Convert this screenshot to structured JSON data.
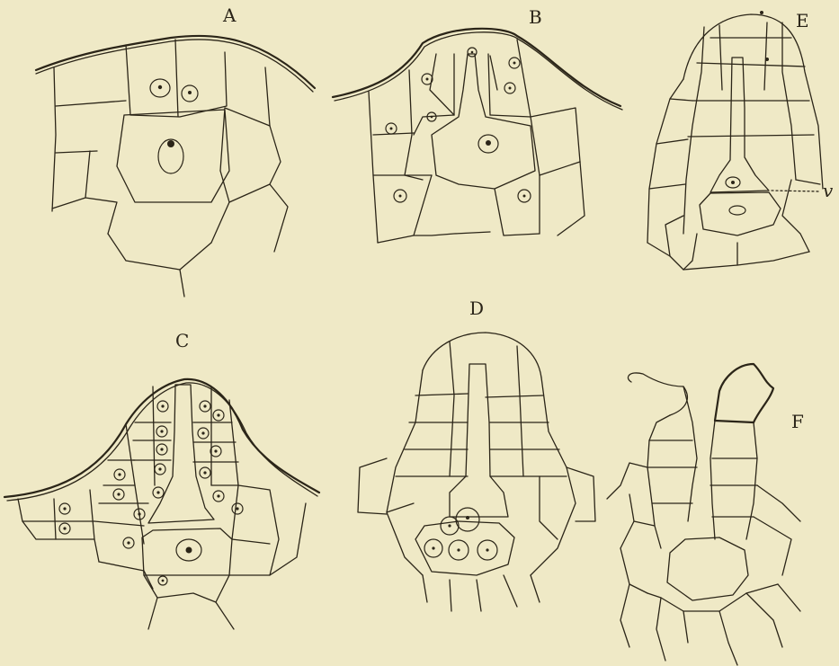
{
  "plate": {
    "background": "#efe9c6",
    "ink": "#2b2518",
    "figures": [
      {
        "id": "a",
        "label": "A"
      },
      {
        "id": "b",
        "label": "B"
      },
      {
        "id": "e",
        "label": "E"
      },
      {
        "id": "c",
        "label": "C"
      },
      {
        "id": "d",
        "label": "D"
      },
      {
        "id": "f",
        "label": "F"
      }
    ],
    "annotation": "v"
  }
}
